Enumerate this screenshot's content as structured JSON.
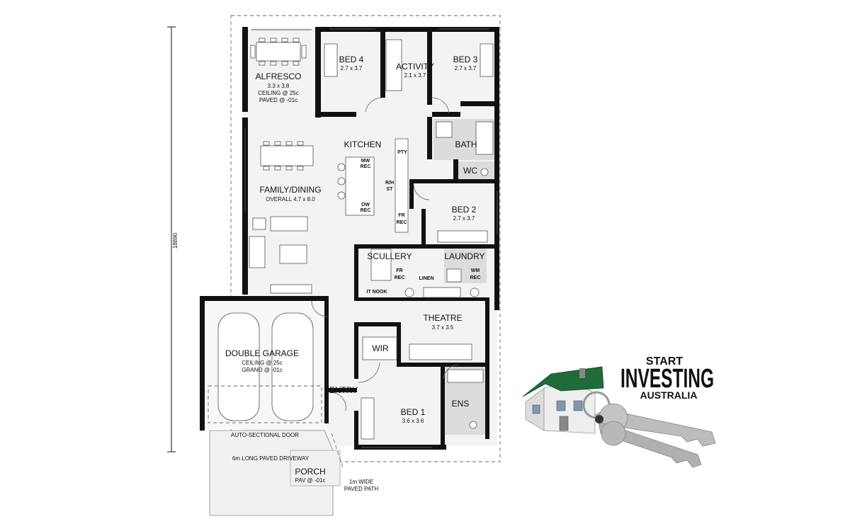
{
  "dimension": "18890",
  "rooms": {
    "alfresco": {
      "name": "ALFRESCO",
      "size": "3.3 x 3.8",
      "note1": "CEILING @ 25c",
      "note2": "PAVED @ -01c"
    },
    "bed4": {
      "name": "BED 4",
      "size": "2.7 x 3.7"
    },
    "activity": {
      "name": "ACTIVITY",
      "size": "2.1 x 3.7"
    },
    "bed3": {
      "name": "BED 3",
      "size": "2.7 x 3.7"
    },
    "kitchen": {
      "name": "KITCHEN"
    },
    "bath": {
      "name": "BATH"
    },
    "wc": {
      "name": "WC"
    },
    "family": {
      "name": "FAMILY/DINING",
      "size": "OVERALL 4.7 x 8.0"
    },
    "bed2": {
      "name": "BED 2",
      "size": "2.7 x 3.7"
    },
    "scullery": {
      "name": "SCULLERY"
    },
    "laundry": {
      "name": "LAUNDRY"
    },
    "theatre": {
      "name": "THEATRE",
      "size": "3.7 x 3.5"
    },
    "garage": {
      "name": "DOUBLE GARAGE",
      "note1": "CEILING @ 25c",
      "note2": "GRANO @ -01c"
    },
    "wir": {
      "name": "WIR"
    },
    "entry": {
      "name": "ENTRY"
    },
    "bed1": {
      "name": "BED 1",
      "size": "3.6 x 3.6"
    },
    "ens": {
      "name": "ENS"
    },
    "porch": {
      "name": "PORCH",
      "note": "PAV @ -01c"
    }
  },
  "labels": {
    "pty": "PTY",
    "mw": "MW",
    "rec": "REC",
    "ow": "OW",
    "rh": "R/H",
    "st": "ST",
    "fr": "FR",
    "linen": "LINEN",
    "wm": "WM",
    "it_nook": "IT NOOK",
    "door": "AUTO-SECTIONAL DOOR",
    "driveway": "6m LONG PAVED DRIVEWAY",
    "path1": "1m WIDE",
    "path2": "PAVED PATH"
  },
  "logo": {
    "line1": "START",
    "line2": "INVESTING",
    "line3": "AUSTRALIA"
  },
  "colors": {
    "logo_roof": "#1f6b3a",
    "house_wall": "#e7e7e7",
    "keys": "#a9a9a9",
    "wet_area_floor": "#dcdcdc",
    "floor": "#f3f3f3"
  }
}
